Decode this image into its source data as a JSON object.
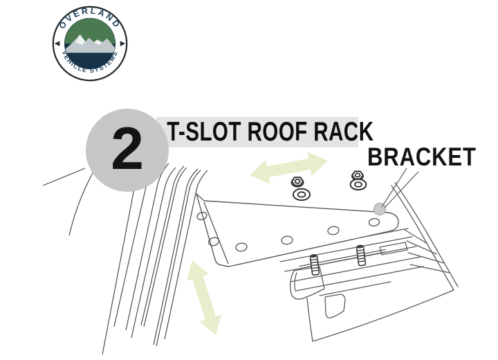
{
  "page": {
    "background": "#ffffff"
  },
  "logo": {
    "arc_top": "OVERLAND",
    "arc_bottom": "VEHICLE SYSTEMS",
    "colors": {
      "border": "#232c31",
      "sky_green": "#4c7a50",
      "base_navy": "#163349",
      "mountain_gray": "#c2c9cc",
      "snow_white": "#eef1f1",
      "text": "#1c3c55"
    }
  },
  "step": {
    "number": "2",
    "circle_color": "#c5c6c8"
  },
  "title": {
    "text": "T-SLOT ROOF RACK",
    "banner_color": "#e4e4e6"
  },
  "label": {
    "text": "BRACKET"
  },
  "diagram": {
    "line_color": "#5a5a5a",
    "dark_part_color": "#2f2f2f",
    "arrow_color": "#e8eecb",
    "pivot_color": "#c9cacc",
    "icons": [
      "direction-arrow-icon",
      "hex-nut-icon",
      "washer-icon",
      "threaded-stud-icon",
      "pivot-dot"
    ]
  }
}
